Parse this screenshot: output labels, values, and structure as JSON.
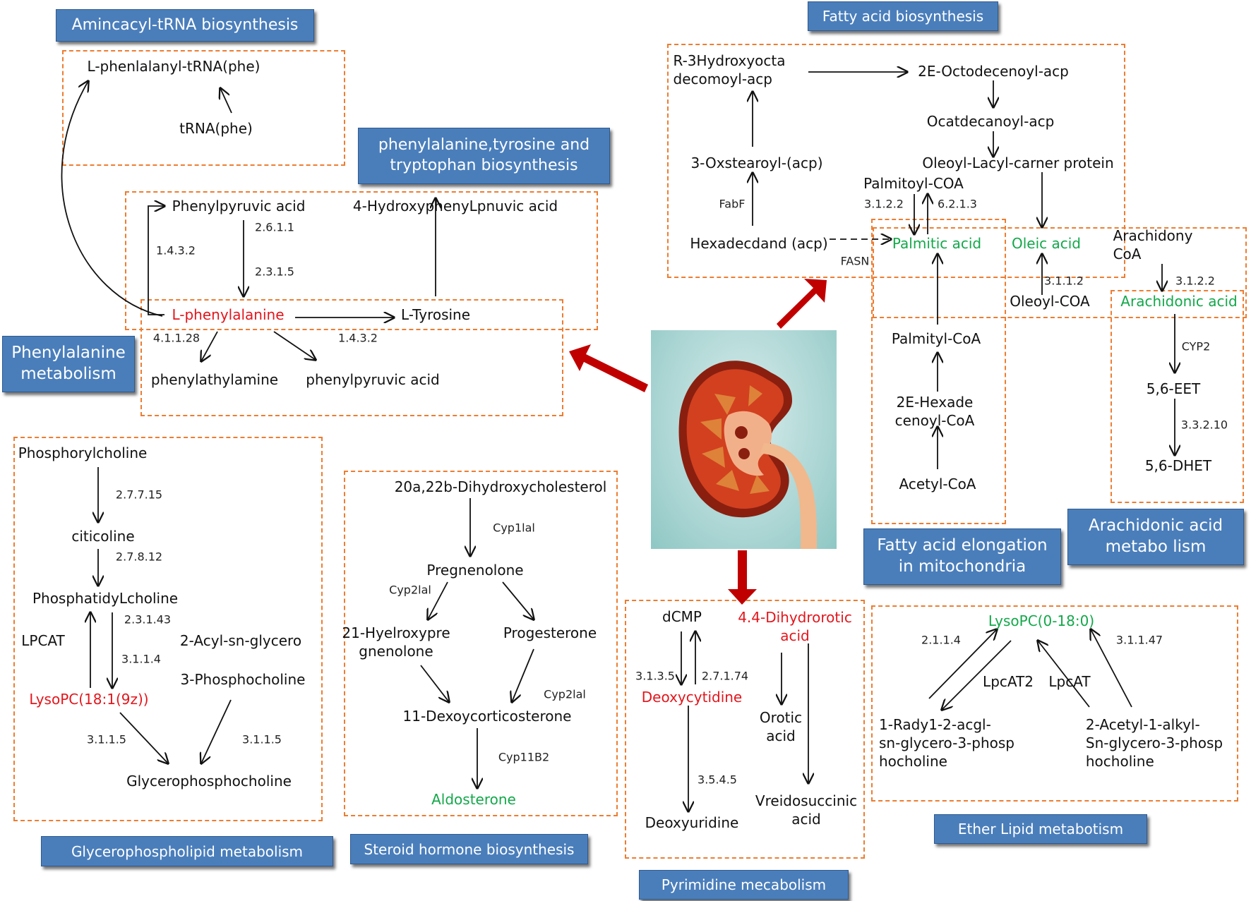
{
  "titles": {
    "aminoacyl": "Amincacyl-tRNA biosynthesis",
    "fatty_bio": "Fatty acid biosynthesis",
    "phe_tyr_trp": "phenylalanine,tyrosine and\ntryptophan biosynthesis",
    "phe_met": "Phenylalanine\nmetabolism",
    "fa_elong": "Fatty acid elongation\nin mitochondria",
    "arach": "Arachidonic acid\nmetabo lism",
    "glycero": "Glycerophospholipid metabolism",
    "steroid": "Steroid hormone biosynthesis",
    "pyrimidine": "Pyrimidine mecabolism",
    "ether": "Ether Lipid metabotism"
  },
  "aminoacyl": {
    "phe_trna": "L-phenlalanyl-tRNA(phe)",
    "trna": "tRNA(phe)"
  },
  "phenylalanine": {
    "phenylpyruvic": "Phenylpyruvic acid",
    "hydroxyphenyl": "4-HydroxyphenyLpnuvic acid",
    "l_phe": "L-phenylalanine",
    "l_tyr": "L-Tyrosine",
    "phenylethylamine": "phenylathylamine",
    "phenylpyruvic2": "phenylpyruvic acid",
    "e_1432a": "1.4.3.2",
    "e_2611": "2.6.1.1",
    "e_2315": "2.3.1.5",
    "e_41128": "4.1.1.28",
    "e_1432b": "1.4.3.2"
  },
  "fatty": {
    "r3": "R-3Hydroxyocta\ndecomoyl-acp",
    "octodecenoyl": "2E-Octodecenoyl-acp",
    "ocatdecanoyl": "Ocatdecanoyl-acp",
    "oleoyl_lacyl": "Oleoyl-Lacyl-carner protein",
    "oxstearoyl": "3-Oxstearoyl-(acp)",
    "fabf": "FabF",
    "hexadecdand": "Hexadecdand (acp)",
    "fasn": "FASN",
    "palmitoyl_coa": "Palmitoyl-COA",
    "e_3122": "3.1.2.2",
    "e_6213": "6.2.1.3",
    "palmitic": "Palmitic acid",
    "oleic": "Oleic acid",
    "e_3112": "3.1.1.2",
    "oleoyl_coa": "Oleoyl-COA",
    "arach_coa": "Arachidony\nCoA",
    "e_3122b": "3.1.2.2",
    "arach_acid": "Arachidonic acid",
    "palmityl": "Palmityl-CoA",
    "hexadecenoyl": "2E-Hexade\ncenoyl-CoA",
    "acetyl": "Acetyl-CoA",
    "cyp2": "CYP2",
    "eet": "5,6-EET",
    "e_33210": "3.3.2.10",
    "dhet": "5,6-DHET"
  },
  "glycero": {
    "phosphorylcholine": "Phosphorylcholine",
    "e_27715": "2.7.7.15",
    "citicoline": "citicoline",
    "e_27812": "2.7.8.12",
    "phosphatidylcholine": "PhosphatidyLcholine",
    "lpcat": "LPCAT",
    "e_23143": "2.3.1.43",
    "acyl": "2-Acyl-sn-glycero",
    "e_3114": "3.1.1.4",
    "phosphocholine": "3-Phosphocholine",
    "lysopc": "LysoPC(18:1(9z))",
    "e_3115a": "3.1.1.5",
    "e_3115b": "3.1.1.5",
    "gpc": "Glycerophosphocholine"
  },
  "steroid": {
    "dihydroxy": "20a,22b-Dihydroxycholesterol",
    "cyp1lal": "Cyp1lal",
    "pregnenolone": "Pregnenolone",
    "cyp2lal_a": "Cyp2lal",
    "hydroxypregnenolone": "21-Hyelroxypre\ngnenolone",
    "progesterone": "Progesterone",
    "cyp2lal_b": "Cyp2lal",
    "deoxycorticosterone": "11-Dexoycorticosterone",
    "cyp11b2": "Cyp11B2",
    "aldosterone": "Aldosterone"
  },
  "pyrimidine": {
    "dcmp": "dCMP",
    "dihydrorotic": "4.4-Dihydrorotic\nacid",
    "e_3135": "3.1.3.5",
    "e_27174": "2.7.1.74",
    "deoxycytidine": "Deoxycytidine",
    "orotic": "Orotic\nacid",
    "e_3545": "3.5.4.5",
    "deoxyuridine": "Deoxyuridine",
    "ureido": "Vreidosuccinic\nacid"
  },
  "ether": {
    "lysopc": "LysoPC(0-18:0)",
    "e_2114": "2.1.1.4",
    "e_31147": "3.1.1.47",
    "lpcat2": "LpcAT2",
    "lpcat": "LpcAT",
    "rady": "1-Rady1-2-acgl-\nsn-glycero-3-phosp\nhocholine",
    "acetyl": "2-Acetyl-1-alkyl-\nSn-glycero-3-phosp\nhocholine"
  },
  "colors": {
    "box_border": "#ed7d31",
    "title_fill": "#4a7ebb",
    "red_arrow": "#c00000",
    "red_text": "#e3161c",
    "green_text": "#13a84a"
  }
}
